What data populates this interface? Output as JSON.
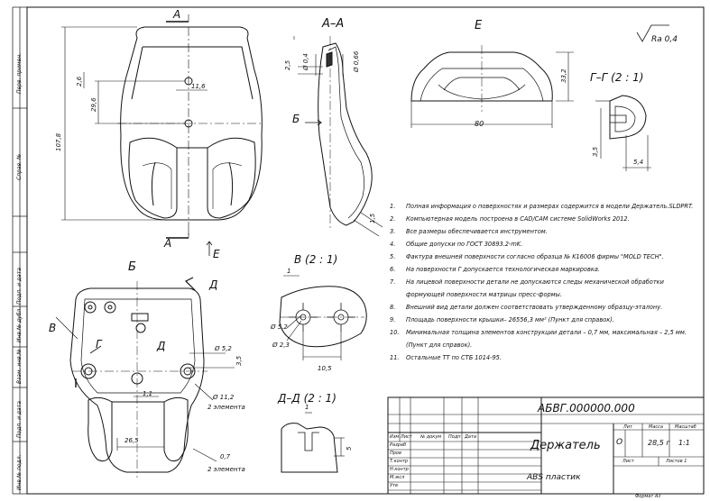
{
  "sheet": {
    "format_label": "Формат А3",
    "roughness": "Ra 0,4"
  },
  "side_strip": {
    "labels": [
      "Перв. примен.",
      "Справ. №",
      "Подп. и дата",
      "Инв.№ дубл.",
      "Взам. инв.№",
      "Подп. и дата",
      "Инв.№ подл."
    ]
  },
  "views": {
    "section_aa": "А–А",
    "view_e": "Е",
    "section_gg": "Г–Г  (2 : 1)",
    "view_b": "Б",
    "detail_v": "В  (2 : 1)",
    "section_dd": "Д–Д  (2 : 1)",
    "mark_a": "А",
    "mark_b": "Б",
    "mark_e": "Е",
    "mark_v": "В",
    "mark_g": "Г",
    "mark_d": "Д"
  },
  "dims": {
    "d_107_8": "107,8",
    "d_29_6": "29,6",
    "d_2_6": "2,6",
    "d_11_6": "11,6",
    "d_2_5": "2,5",
    "d_phi_0_4": "Ø 0,4",
    "d_phi_0_66": "Ø 0,66",
    "d_1_5": "1,5",
    "d_80": "80",
    "d_33_2": "33,2",
    "d_3_5_gg": "3,5",
    "d_5_4": "5,4",
    "d_1_v": "1",
    "d_phi_5_2_v": "Ø 5,2",
    "d_phi_2_3": "Ø 2,3",
    "d_10_5": "10,5",
    "d_1_dd": "1",
    "d_5": "5",
    "d_phi_5_2_b": "Ø 5,2",
    "d_3_5_b": "3,5",
    "d_phi_11_2": "Ø 11,2",
    "d_2_elem_1": "2 элемента",
    "d_1_1": "1,1",
    "d_26_5": "26,5",
    "d_0_7": "0,7",
    "d_2_elem_2": "2 элемента"
  },
  "notes": [
    {
      "n": "1.",
      "text": "Полная информация о поверхностях и размерах содержится в модели Держатель.SLDPRT."
    },
    {
      "n": "2.",
      "text": "Компьютерная модель построена в CAD/CAM системе SolidWorks 2012."
    },
    {
      "n": "3.",
      "text": "Все размеры обеспечивается инструментом."
    },
    {
      "n": "4.",
      "text": "Общие допуски по ГОСТ 30893.2-mK."
    },
    {
      "n": "5.",
      "text": "Фактура внешней поверхности согласно образца № K16006 фирмы \"MOLD TECH\"."
    },
    {
      "n": "6.",
      "text": "На поверхности Г допускается технологическая маркировка."
    },
    {
      "n": "7.",
      "text": "На лицевой поверхности детали не допускаются следы механической обработки"
    },
    {
      "n": "",
      "text": "формующей поверхности матрицы пресс-формы."
    },
    {
      "n": "8.",
      "text": "Внешний вид детали должен соответствовать утвержденному образцу-эталону."
    },
    {
      "n": "9.",
      "text": "Площадь поверхности крышки– 26556,3 мм² (Пункт для справок)."
    },
    {
      "n": "10.",
      "text": "Минимальная толщина элементов конструкции детали – 0,7 мм, максимальная – 2,5 мм."
    },
    {
      "n": "",
      "text": "(Пункт для справок)."
    },
    {
      "n": "11.",
      "text": "Остальные ТТ по СТБ 1014-95."
    }
  ],
  "title_block": {
    "designation": "АБВГ.000000.000",
    "name": "Держатель",
    "material": "ABS пластик",
    "col_izm": "Изм",
    "col_list": "Лист",
    "col_ndokum": "№ докум",
    "col_podp": "Подп",
    "col_data": "Дата",
    "role_razrab": "Разраб",
    "role_prov": "Пров",
    "role_tkontr": "Т.контр",
    "role_nkontr": "Н.контр",
    "role_mzhl": "М.жсл",
    "role_utv": "Утв",
    "lit_header": "Лит",
    "mass_header": "Масса",
    "scale_header": "Масштаб",
    "lit_value": "О",
    "mass_value": "28,5 г",
    "scale_value": "1:1",
    "sheet_label": "Лист",
    "sheets_label": "Листов  1"
  }
}
